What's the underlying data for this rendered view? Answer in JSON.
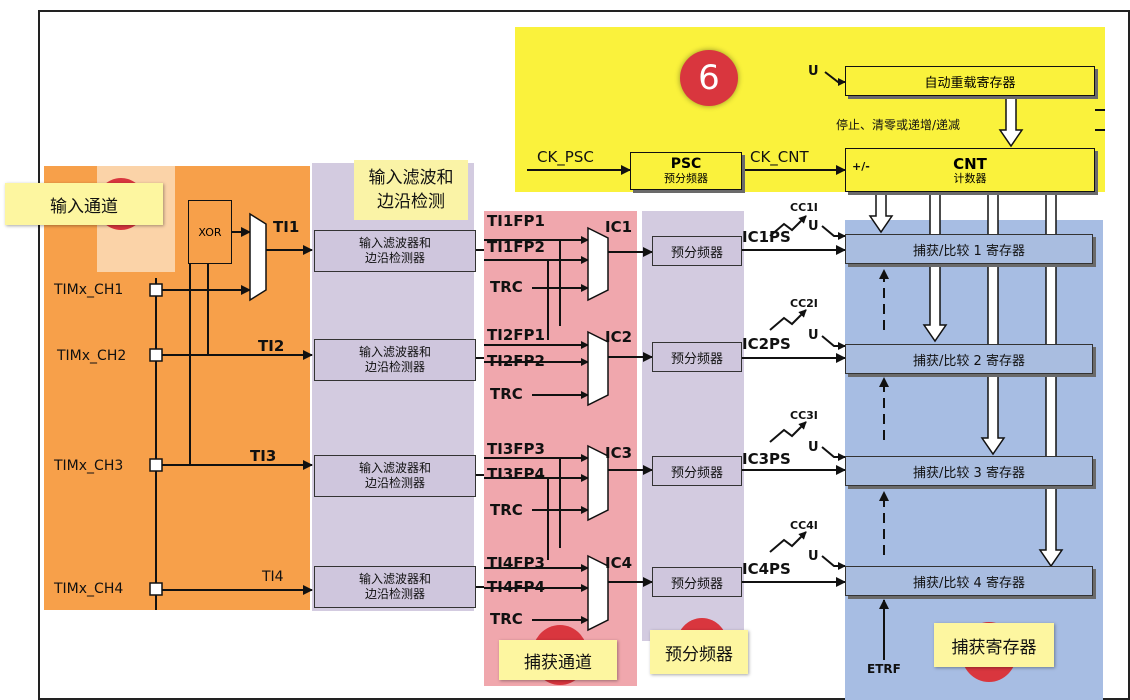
{
  "notes": {
    "input_channel": "输入通道",
    "filter_edge": "输入滤波和\n边沿检测",
    "capture_channel": "捕获通道",
    "prescaler": "预分频器",
    "capture_register": "捕获寄存器"
  },
  "badge_number": "6",
  "timebase": {
    "arr": "自动重载寄存器",
    "control_text": "停止、清零或递增/递减",
    "psc_title": "PSC",
    "psc_sub": "预分频器",
    "cnt_title": "CNT",
    "cnt_sub": "计数器",
    "ck_psc": "CK_PSC",
    "ck_cnt": "CK_CNT",
    "plus_minus": "+/-",
    "u_label": "U"
  },
  "channels": [
    "TIMx_CH1",
    "TIMx_CH2",
    "TIMx_CH3",
    "TIMx_CH4"
  ],
  "xor_label": "XOR",
  "ti_labels": [
    "TI1",
    "TI2",
    "TI3",
    "TI4"
  ],
  "filter_box_label": [
    "输入滤波器和",
    "边沿检测器"
  ],
  "capture": [
    {
      "fp_a": "TI1FP1",
      "fp_b": "TI1FP2",
      "trc": "TRC",
      "ic": "IC1",
      "icps": "IC1PS",
      "cc": "CC1I",
      "reg": "捕获/比较 1 寄存器"
    },
    {
      "fp_a": "TI2FP1",
      "fp_b": "TI2FP2",
      "trc": "TRC",
      "ic": "IC2",
      "icps": "IC2PS",
      "cc": "CC2I",
      "reg": "捕获/比较 2 寄存器"
    },
    {
      "fp_a": "TI3FP3",
      "fp_b": "TI3FP4",
      "trc": "TRC",
      "ic": "IC3",
      "icps": "IC3PS",
      "cc": "CC3I",
      "reg": "捕获/比较 3 寄存器"
    },
    {
      "fp_a": "TI4FP3",
      "fp_b": "TI4FP4",
      "trc": "TRC",
      "ic": "IC4",
      "icps": "IC4PS",
      "cc": "CC4I",
      "reg": "捕获/比较 4 寄存器"
    }
  ],
  "prescaler_box_label": "预分频器",
  "etrf": "ETRF",
  "colors": {
    "input_zone": "#f7a04a",
    "filter_zone": "#d3cbe0",
    "capture_zone": "#f0a7ad",
    "register_zone": "#a7bde3",
    "timebase_zone": "#faf23c",
    "badge": "#d9363e"
  }
}
